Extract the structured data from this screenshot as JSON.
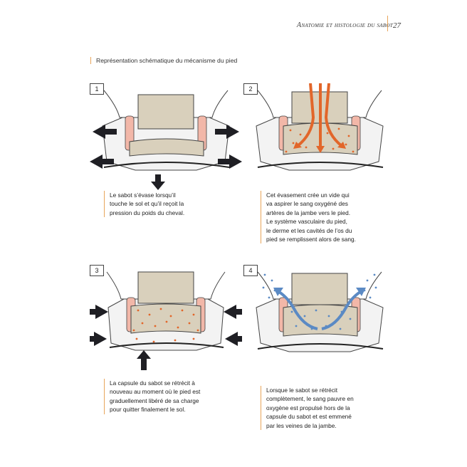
{
  "header": {
    "running_title": "Anatomie et histologie du sabot",
    "page_number": "27"
  },
  "section_title": "Représentation schématique du mécanisme du pied",
  "panels": [
    {
      "number": "1",
      "caption_lines": [
        "Le sabot s’évase lorsqu’il",
        "touche le sol et qu’il reçoit la",
        "pression du poids du cheval."
      ]
    },
    {
      "number": "2",
      "caption_lines": [
        "Cet évasement crée un vide qui",
        "va aspirer le sang oxygéné des",
        "artères de la jambe vers le pied.",
        "Le système vasculaire du pied,",
        "le derme et les cavités de l’os du",
        "pied se remplissent alors de sang."
      ]
    },
    {
      "number": "3",
      "caption_lines": [
        "La capsule du sabot se rétrécit à",
        "nouveau au moment où le pied est",
        "graduellement libéré de sa charge",
        "pour quitter finalement le sol."
      ]
    },
    {
      "number": "4",
      "caption_lines": [
        "Lorsque le sabot se rétrécit",
        "complètement, le sang pauvre en",
        "oxygène est propulsé hors de la",
        "capsule du sabot et est emmené",
        "par les veines de la jambe."
      ]
    }
  ],
  "colors": {
    "accent": "#e8a55a",
    "bone": "#d9d0bc",
    "cartilage": "#f2b7a8",
    "arrow_dark": "#1f1f24",
    "arrow_arterial": "#e2662a",
    "arrow_venous": "#5b8ac4",
    "dots_arterial": "#e2662a",
    "dots_venous": "#5b8ac4"
  }
}
